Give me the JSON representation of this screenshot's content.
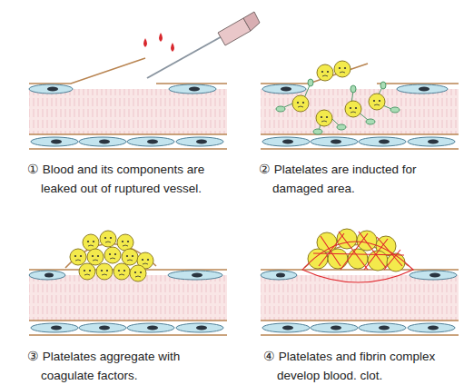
{
  "diagram": {
    "labels": [
      "① Blood and its components are leaked out of ruptured vessel.",
      "② Platelates are inducted for damaged area.",
      "③ Platelates aggregate with coagulate factors.",
      "④ Platelates and fibrin complex develop blood. clot."
    ]
  }
}
